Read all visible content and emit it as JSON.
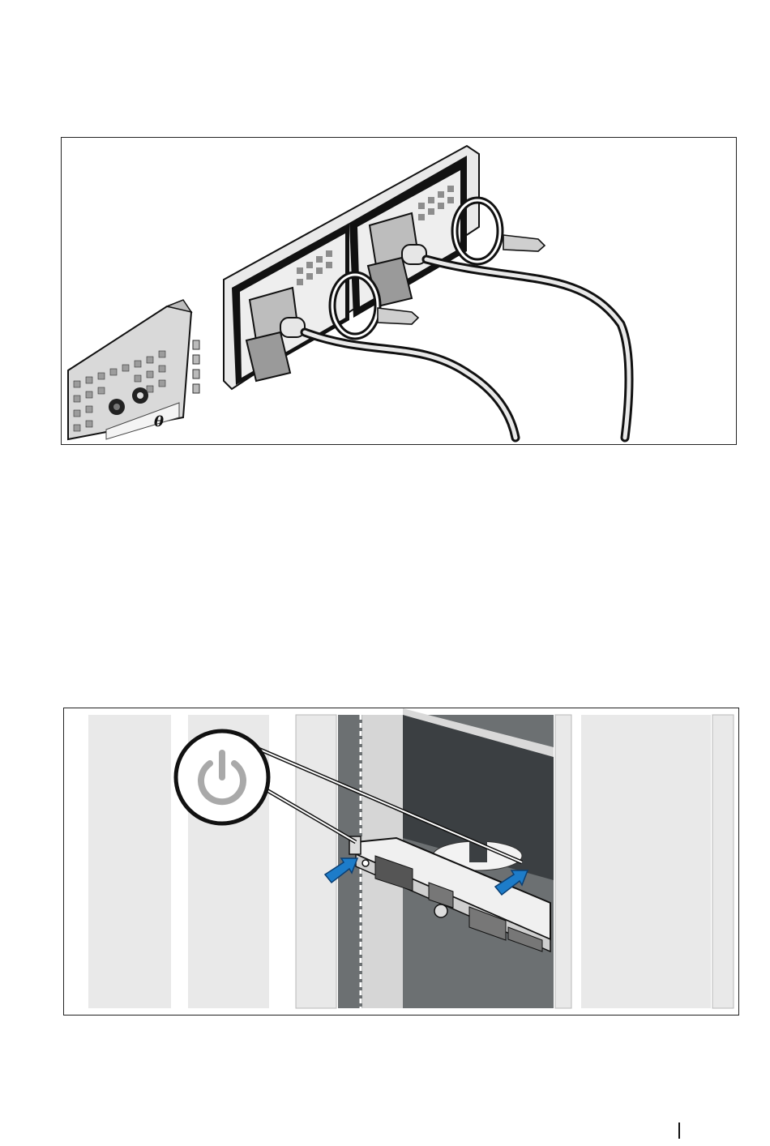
{
  "page": {
    "background": "#ffffff"
  },
  "figure_1": {
    "subject": "power-cables-connected-to-power-supplies",
    "colors": {
      "stroke": "#111111",
      "metal": "#e6e6e6",
      "plug": "#bdbdbd",
      "cable": "#1a1a1a"
    },
    "labels": {
      "badge_glyph": "θ"
    }
  },
  "figure_2": {
    "subject": "power-button-on-rack-server",
    "icons": {
      "callout": "power-icon",
      "arrows": "blue-arrow-icon"
    },
    "colors": {
      "arrow": "#1d7cc9",
      "rack_dark": "#6c7072",
      "monitor": "#3b3f42",
      "panel": "#e9e9e9"
    }
  }
}
